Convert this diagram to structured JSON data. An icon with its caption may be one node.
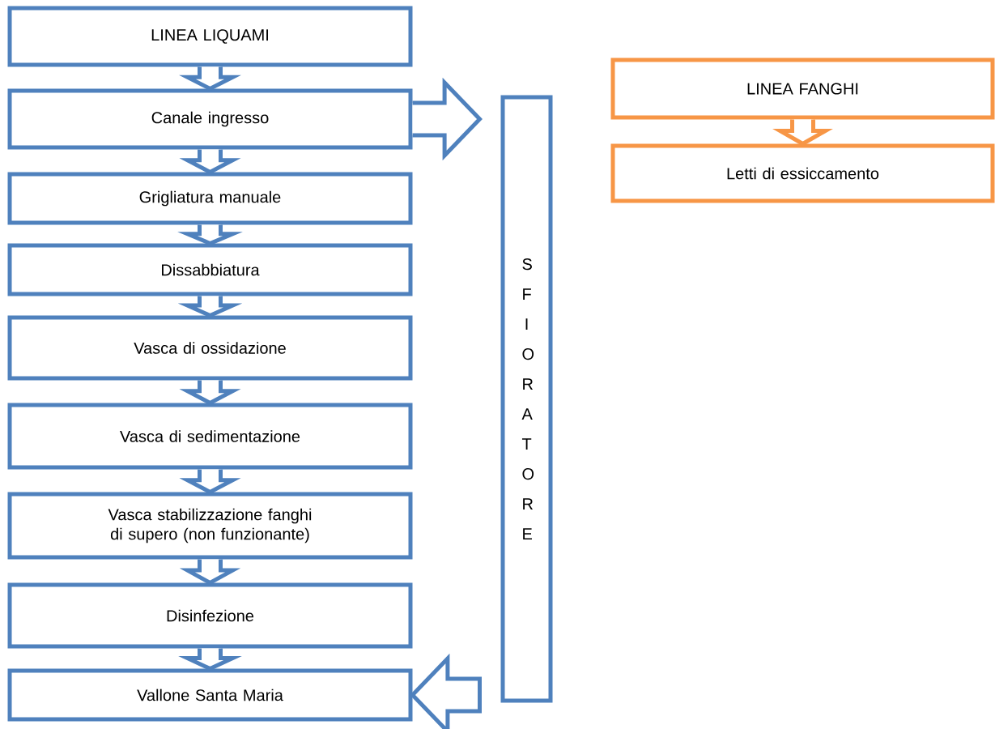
{
  "diagram": {
    "nodes": [
      {
        "text": [
          "LINEA LIQUAMI"
        ]
      },
      {
        "text": [
          "Canale ingresso"
        ]
      },
      {
        "text": [
          "Grigliatura manuale"
        ]
      },
      {
        "text": [
          "Dissabbiatura"
        ]
      },
      {
        "text": [
          "Vasca di ossidazione"
        ]
      },
      {
        "text": [
          "Vasca di sedimentazione"
        ]
      },
      {
        "text": [
          "Vasca stabilizzazione fanghi di supero (non funzionante)"
        ]
      },
      {
        "text": [
          "Disinfezione"
        ]
      },
      {
        "text": [
          "Vallone Santa Maria"
        ]
      },
      {
        "text": [
          "S F I O R A T O R E"
        ]
      },
      {
        "text": [
          "LINEA FANGHI"
        ]
      },
      {
        "text": [
          "Letti di essiccamento"
        ]
      }
    ],
    "edges": [
      {
        "from": 0,
        "to": 1,
        "arrow": "to"
      },
      {
        "from": 1,
        "to": 2,
        "arrow": "to"
      },
      {
        "from": 2,
        "to": 3,
        "arrow": "to"
      },
      {
        "from": 3,
        "to": 4,
        "arrow": "to"
      },
      {
        "from": 4,
        "to": 5,
        "arrow": "to"
      },
      {
        "from": 5,
        "to": 6,
        "arrow": "to"
      },
      {
        "from": 6,
        "to": 7,
        "arrow": "to"
      },
      {
        "from": 7,
        "to": 8,
        "arrow": "to"
      },
      {
        "from": 1,
        "to": 9,
        "arrow": "to"
      },
      {
        "from": 9,
        "to": 8,
        "arrow": "to"
      },
      {
        "from": 10,
        "to": 11,
        "arrow": "to",
        "color": "#f79646"
      }
    ]
  }
}
